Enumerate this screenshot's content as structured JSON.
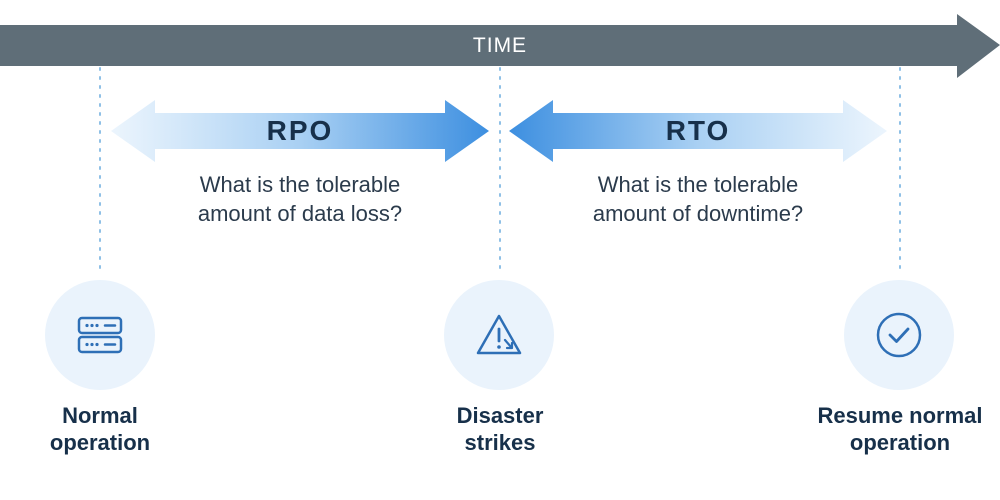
{
  "timeline": {
    "label": "TIME",
    "color": "#5f6e78"
  },
  "intervals": {
    "rpo": {
      "label": "RPO",
      "question": "What is the tolerable\namount of data loss?"
    },
    "rto": {
      "label": "RTO",
      "question": "What is the tolerable\namount of downtime?"
    }
  },
  "stages": [
    {
      "label": "Normal\noperation",
      "icon": "server-icon"
    },
    {
      "label": "Disaster\nstrikes",
      "icon": "warning-icon"
    },
    {
      "label": "Resume normal\noperation",
      "icon": "check-circle-icon"
    }
  ],
  "colors": {
    "arrow_dark": "#3d8fe0",
    "arrow_light": "#eaf4fd",
    "circle_fill": "#eaf3fc",
    "icon": "#2e6fb6",
    "text_dark": "#17304a",
    "dotted_line": "#8fc0e6"
  }
}
